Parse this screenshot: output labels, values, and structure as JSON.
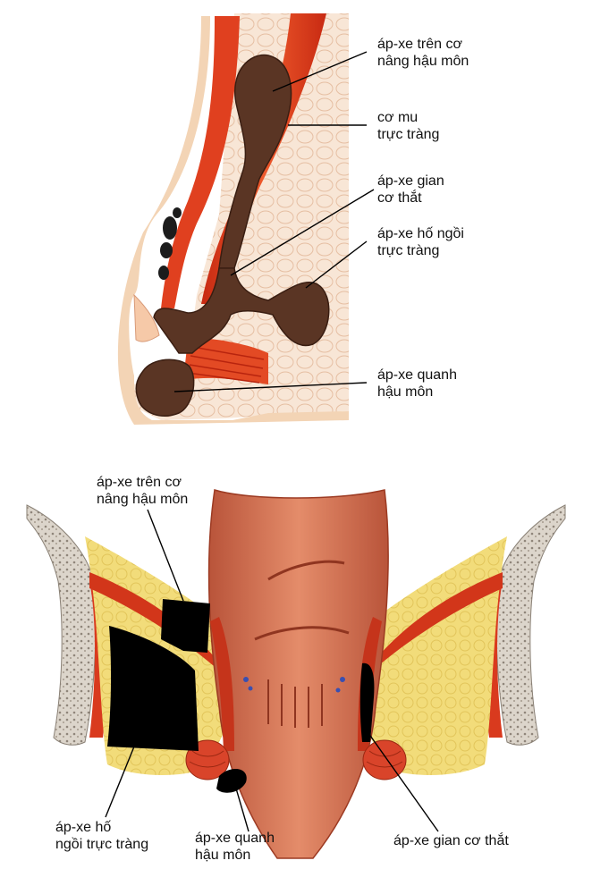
{
  "top_labels": {
    "supralevator": [
      "áp-xe trên cơ",
      "nâng hậu môn"
    ],
    "puborectalis": [
      "cơ mu",
      "trực tràng"
    ],
    "intersphincteric": [
      "áp-xe gian",
      "cơ thắt"
    ],
    "ischiorectal": [
      "áp-xe hố ngồi",
      "trực tràng"
    ],
    "perianal": [
      "áp-xe quanh",
      "hậu môn"
    ]
  },
  "bottom_labels": {
    "supralevator": [
      "áp-xe trên cơ",
      "nâng hậu môn"
    ],
    "ischiorectal": [
      "áp-xe hố",
      "ngồi trực tràng"
    ],
    "perianal": [
      "áp-xe quanh",
      "hậu môn"
    ],
    "intersphincteric": [
      "áp-xe gian cơ thắt"
    ]
  },
  "colors": {
    "abscess_top": "#5a3524",
    "abscess_bottom": "#000000",
    "muscle": "#e0401f",
    "fat": "#f2dc7a",
    "tissue": "#f7e3cf",
    "rectum": "#d98060",
    "bone": "#d9d2c8"
  }
}
